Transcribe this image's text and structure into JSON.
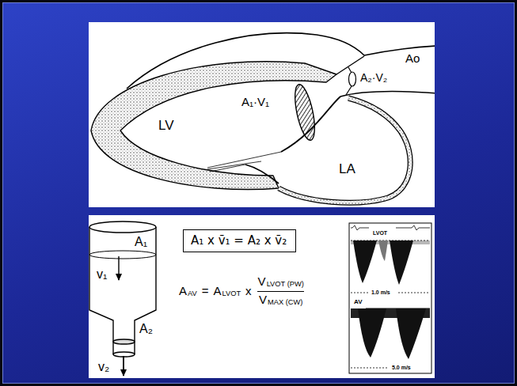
{
  "diagram": {
    "nodes": [
      {
        "text": [
          "A₁ x v̄₁ = A₂ x v̄₂"
        ]
      }
    ],
    "labels": [
      "LV",
      "A₁·V₁",
      "A₂·V₂",
      "Ao",
      "LA",
      "A₁",
      "v₁",
      "A₂",
      "v₂",
      "A",
      "AV",
      "=",
      "A",
      "LVOT",
      "x",
      "V",
      "LVOT (PW)",
      "V",
      "MAX (CW)",
      "LVOT",
      "1.0 m/s",
      "AV",
      "5.0 m/s"
    ]
  }
}
